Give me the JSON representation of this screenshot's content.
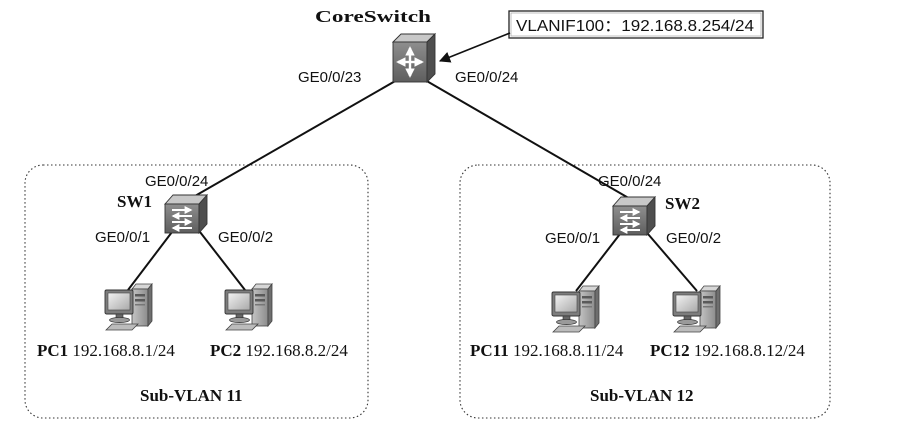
{
  "core": {
    "name": "CoreSwitch",
    "port_left": "GE0/0/23",
    "port_right": "GE0/0/24",
    "vlanif": "VLANIF100：192.168.8.254/24"
  },
  "sw1": {
    "name": "SW1",
    "uplink": "GE0/0/24",
    "port1": "GE0/0/1",
    "port2": "GE0/0/2"
  },
  "sw2": {
    "name": "SW2",
    "uplink": "GE0/0/24",
    "port1": "GE0/0/1",
    "port2": "GE0/0/2"
  },
  "groups": [
    {
      "label": "Sub-VLAN 11",
      "pcs": [
        {
          "name": "PC1",
          "ip": "192.168.8.1/24"
        },
        {
          "name": "PC2",
          "ip": "192.168.8.2/24"
        }
      ]
    },
    {
      "label": "Sub-VLAN 12",
      "pcs": [
        {
          "name": "PC11",
          "ip": "192.168.8.11/24"
        },
        {
          "name": "PC12",
          "ip": "192.168.8.12/24"
        }
      ]
    }
  ],
  "icons": {
    "core": "core-switch-icon",
    "access": "access-switch-icon",
    "pc": "pc-icon"
  }
}
